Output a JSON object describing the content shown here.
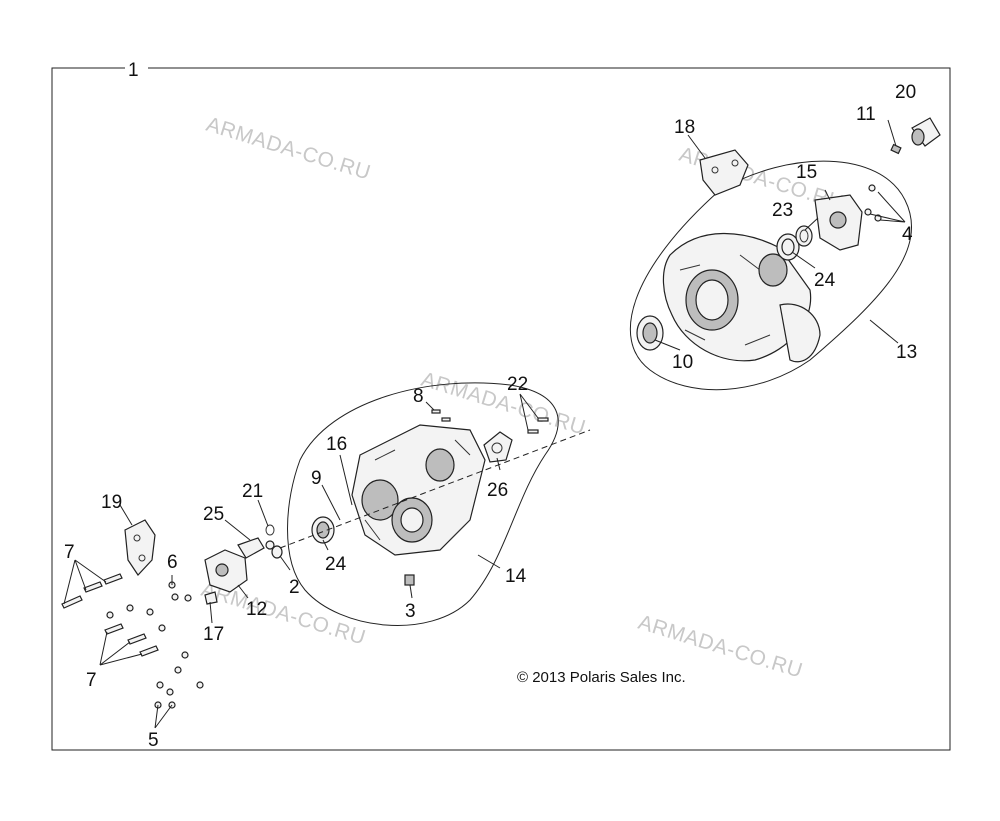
{
  "copyright": "© 2013 Polaris Sales Inc.",
  "watermarks": [
    "ARMADA-CO.RU",
    "ARMADA-CO.RU",
    "ARMADA-CO.RU",
    "ARMADA-CO.RU",
    "ARMADA-CO.RU"
  ],
  "callouts": {
    "c1": "1",
    "c2": "2",
    "c3": "3",
    "c4": "4",
    "c5": "5",
    "c6": "6",
    "c7a": "7",
    "c7b": "7",
    "c8": "8",
    "c9": "9",
    "c10": "10",
    "c11": "11",
    "c12": "12",
    "c13": "13",
    "c14": "14",
    "c15": "15",
    "c16": "16",
    "c17": "17",
    "c18": "18",
    "c19": "19",
    "c20": "20",
    "c21": "21",
    "c22": "22",
    "c23": "23",
    "c24a": "24",
    "c24b": "24",
    "c25": "25",
    "c26": "26"
  },
  "colors": {
    "ink": "#111111",
    "watermark": "#c8c8c8",
    "background": "#ffffff"
  }
}
